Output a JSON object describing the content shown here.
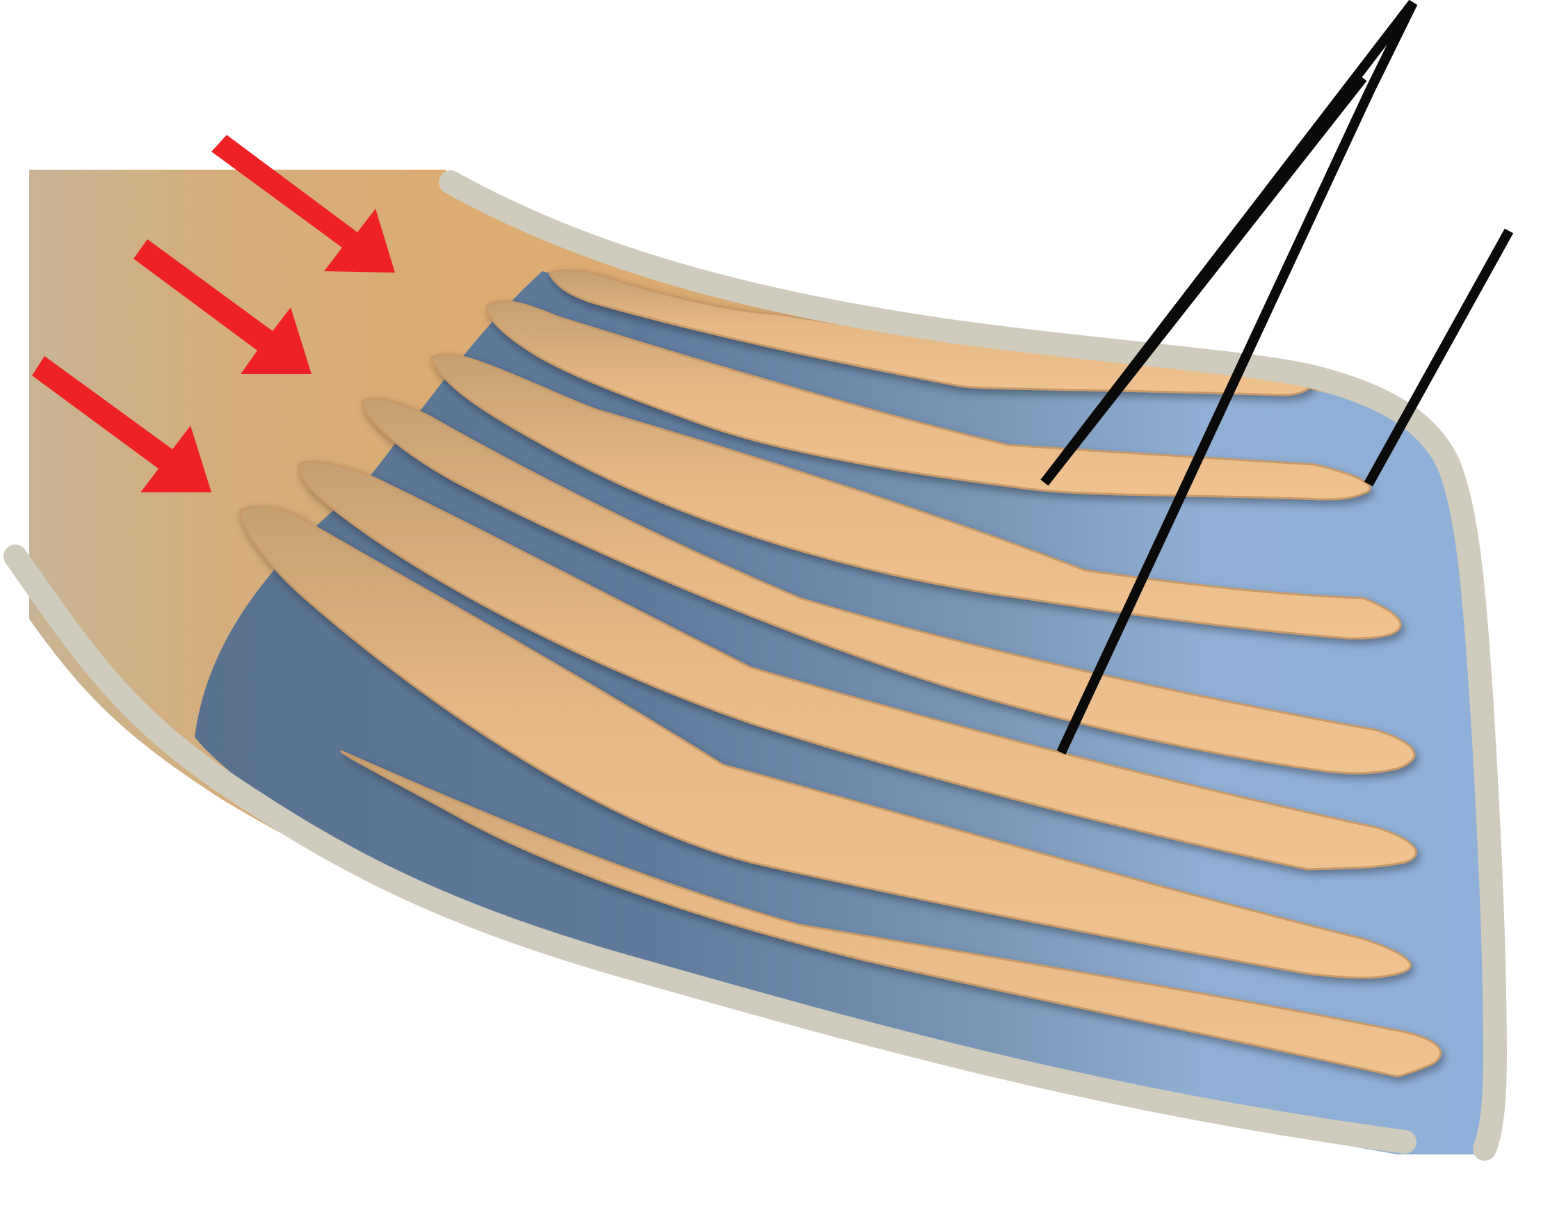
{
  "diagram": {
    "labels": [],
    "colors": {
      "tissue": "#dcac72",
      "tissue_light": "#eec08e",
      "tissue_left": "#c8b494",
      "blood_dark": "#5a7294",
      "blood_light": "#8fb0d6",
      "wall": "#d0ccbd",
      "arrow": "#ee2226",
      "pointer": "#0a0a0a"
    },
    "arrows": {
      "count": 3,
      "color_name": "red"
    },
    "pointer_lines": {
      "count": 3,
      "color_name": "black"
    },
    "icons": [
      "arrow-right-down-icon"
    ]
  }
}
